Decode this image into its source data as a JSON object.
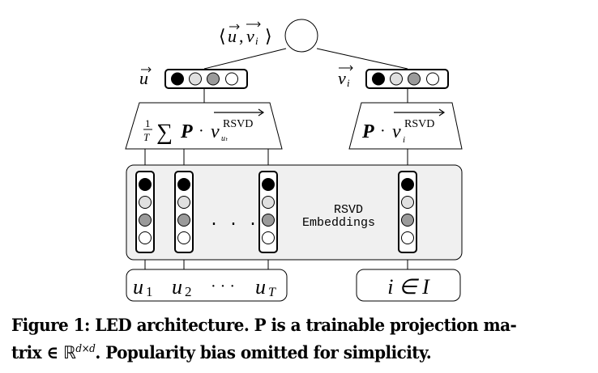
{
  "diagram": {
    "dot_product_label": "⟨u⃗, v⃗ᵢ⟩",
    "dot_product": {
      "open": "⟨",
      "u": "u",
      "comma": ",",
      "v": "v",
      "sub": "i",
      "close": "⟩"
    },
    "user_vector_label": "u",
    "item_vector_label": {
      "v": "v",
      "sub": "i"
    },
    "user_projection": {
      "frac_num": "1",
      "frac_den": "T",
      "sum": "∑",
      "P": "P",
      "dot": "·",
      "v": "v",
      "sup": "RSVD",
      "sub": "uₜ"
    },
    "item_projection": {
      "P": "P",
      "dot": "·",
      "v": "v",
      "sup": "RSVD",
      "sub": "i"
    },
    "embeddings_label_line1": "RSVD",
    "embeddings_label_line2": "Embeddings",
    "ellipsis_embeddings": "· · ·",
    "user_inputs": {
      "u1": "u",
      "u1_sub": "1",
      "u2": "u",
      "u2_sub": "2",
      "dots": "· · ·",
      "uT": "u",
      "uT_sub": "T"
    },
    "item_input": "i ∈ I",
    "circle_colors": [
      "#000000",
      "#e0e0e0",
      "#9a9a9a",
      "#ffffff"
    ],
    "panel_color": "#f0f0f0"
  },
  "caption": {
    "line1": "Figure 1: LED architecture. P is a trainable projection ma-",
    "line2_start": "trix ∈ ",
    "blackboard_R": "ℝ",
    "superscript": "d×d",
    "line2_end": ". Popularity bias omitted for simplicity."
  }
}
